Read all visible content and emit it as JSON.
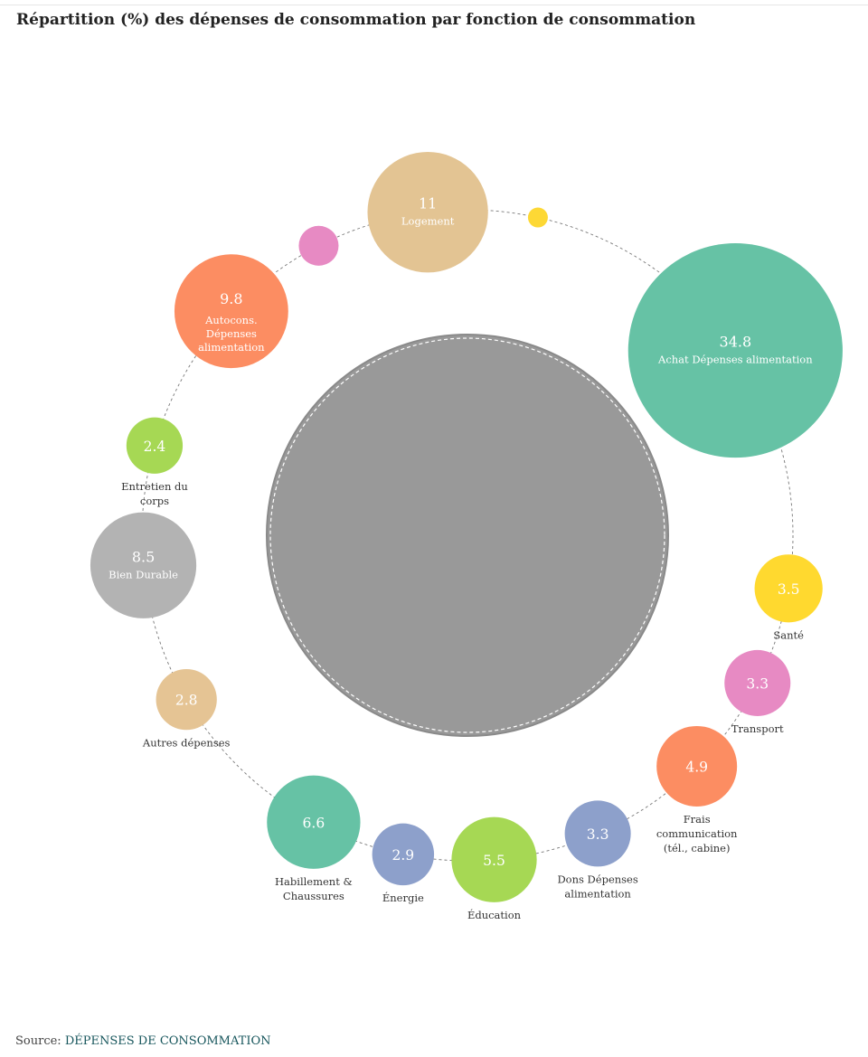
{
  "chart_data": {
    "type": "bubble",
    "title": "Répartition (%) des dépenses de consommation par fonction de consommation",
    "center_label": "",
    "series": [
      {
        "label": "Logement",
        "value": 11,
        "value_text": "11",
        "color": "#e3c493"
      },
      {
        "label": "",
        "value": 0.3,
        "value_text": "",
        "color": "#fdd835"
      },
      {
        "label": "Achat Dépenses alimentation",
        "value": 34.8,
        "value_text": "34.8",
        "color": "#66c2a5"
      },
      {
        "label": "Santé",
        "value": 3.5,
        "value_text": "3.5",
        "color": "#ffd92f"
      },
      {
        "label": "Transport",
        "value": 3.3,
        "value_text": "3.3",
        "color": "#e78ac3"
      },
      {
        "label": "Frais communication (tél., cabine)",
        "value": 4.9,
        "value_text": "4.9",
        "color": "#fc8d62"
      },
      {
        "label": "Dons Dépenses alimentation",
        "value": 3.3,
        "value_text": "3.3",
        "color": "#8da0cb"
      },
      {
        "label": "Éducation",
        "value": 5.5,
        "value_text": "5.5",
        "color": "#a6d854"
      },
      {
        "label": "Énergie",
        "value": 2.9,
        "value_text": "2.9",
        "color": "#8da0cb"
      },
      {
        "label": "Habillement & Chaussures",
        "value": 6.6,
        "value_text": "6.6",
        "color": "#66c2a5"
      },
      {
        "label": "Autres dépenses",
        "value": 2.8,
        "value_text": "2.8",
        "color": "#e5c494"
      },
      {
        "label": "Bien Durable",
        "value": 8.5,
        "value_text": "8.5",
        "color": "#b3b3b3"
      },
      {
        "label": "Entretien du corps",
        "value": 2.4,
        "value_text": "2.4",
        "color": "#a6d854"
      },
      {
        "label": "Autocons. Dépenses alimentation",
        "value": 9.8,
        "value_text": "9.8",
        "color": "#fc8d62"
      },
      {
        "label": "",
        "value": 1.2,
        "value_text": "",
        "color": "#e78ac3"
      }
    ]
  },
  "source": {
    "prefix": "Source: ",
    "link_text": "DÉPENSES DE CONSOMMATION"
  }
}
